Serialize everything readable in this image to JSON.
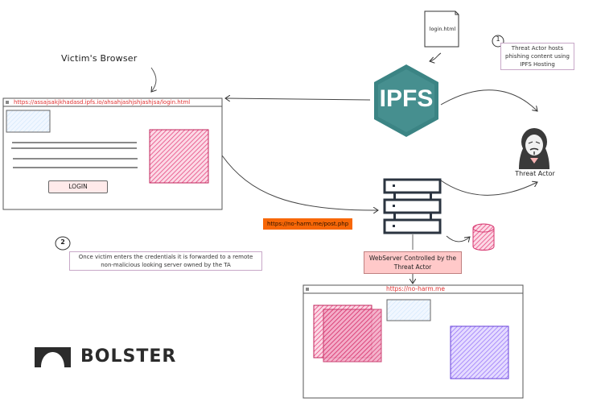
{
  "diagram": {
    "victim_browser_label": "Victim's Browser",
    "victim_browser_url": "https://assajsakjkhadasd.ipfs.io/ahsahjashjshjashjsa/login.html",
    "login_button_label": "LOGIN",
    "file_label": "login.html",
    "ipfs_label": "IPFS",
    "step1": {
      "number": "1",
      "text": "Threat Actor hosts phishing content using IPFS Hosting"
    },
    "threat_actor_label": "Threat Actor",
    "post_url": "https://no-harm.me/post.php",
    "webserver_label": "WebServer Controlled by the Threat Actor",
    "step2": {
      "number": "2",
      "text": "Once victim enters the credentials it is forwarded to a remote non-malicious looking server owned by the TA"
    },
    "attacker_browser_url": "https://no-harm.me",
    "logo_text": "BOLSTER"
  },
  "colors": {
    "ipfs_teal": "#3b8484",
    "url_red": "#e03131",
    "tag_orange": "#f76707",
    "label_pink": "#ffc9c9",
    "hatch_pink": "#e64980",
    "hatch_blue": "#a5d8ff",
    "hatch_violet": "#7950f2",
    "logo_dark": "#2b2b2b"
  }
}
